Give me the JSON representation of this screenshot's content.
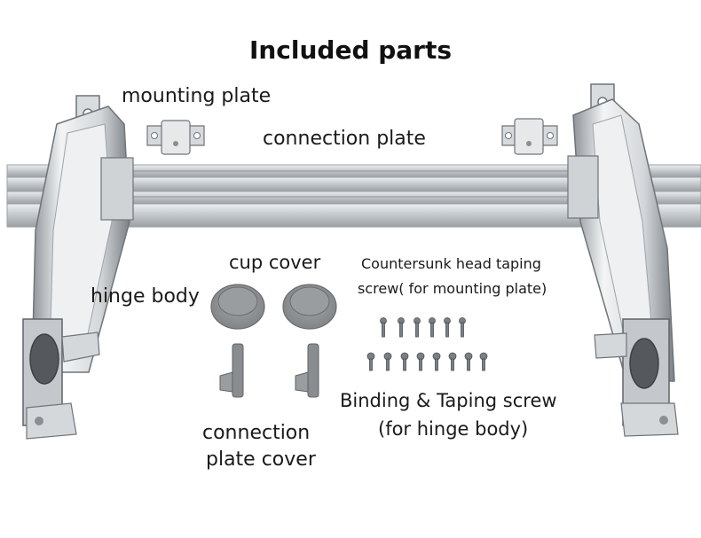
{
  "title": "Included parts",
  "labels": {
    "mounting_plate": "mounting plate",
    "connection_plate": "connection plate",
    "cup_cover": "cup cover",
    "hinge_body": "hinge body",
    "countersunk_line1": "Countersunk head taping",
    "countersunk_line2": "screw( for mounting plate)",
    "binding_line1": "Binding & Taping screw",
    "binding_line2": "(for hinge body)",
    "connection_cover_line1": "connection",
    "connection_cover_line2": "plate cover"
  },
  "colors": {
    "steel_light": "#e6e8ea",
    "steel_mid": "#b9bdc1",
    "steel_dark": "#6f747a",
    "rail": "#c9cdd1",
    "plastic_grey": "#8a8d90"
  }
}
